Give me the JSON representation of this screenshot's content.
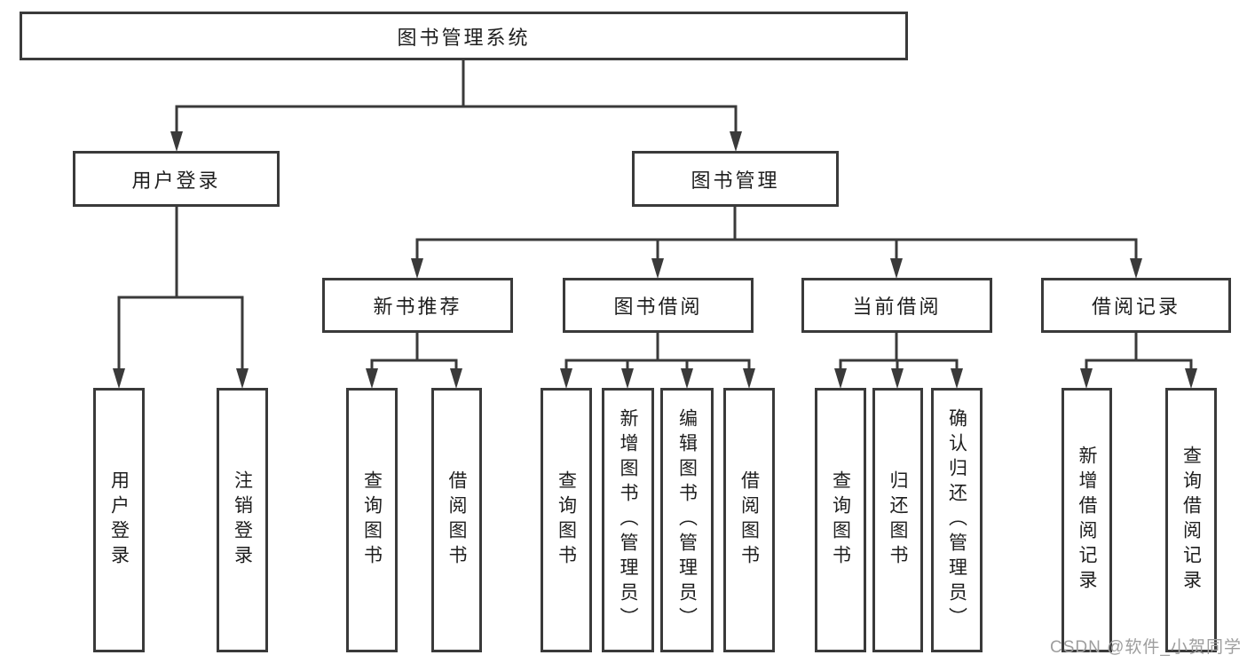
{
  "diagram_type": "hierarchy-tree",
  "tree": {
    "label": "图书管理系统",
    "children": [
      {
        "label": "用户登录",
        "children": [
          {
            "label": "用户登录"
          },
          {
            "label": "注销登录"
          }
        ]
      },
      {
        "label": "图书管理",
        "children": [
          {
            "label": "新书推荐",
            "children": [
              {
                "label": "查询图书"
              },
              {
                "label": "借阅图书"
              }
            ]
          },
          {
            "label": "图书借阅",
            "children": [
              {
                "label": "查询图书"
              },
              {
                "label": "新增图书（管理员）"
              },
              {
                "label": "编辑图书（管理员）"
              },
              {
                "label": "借阅图书"
              }
            ]
          },
          {
            "label": "当前借阅",
            "children": [
              {
                "label": "查询图书"
              },
              {
                "label": "归还图书"
              },
              {
                "label": "确认归还（管理员）"
              }
            ]
          },
          {
            "label": "借阅记录",
            "children": [
              {
                "label": "新增借阅记录"
              },
              {
                "label": "查询借阅记录"
              }
            ]
          }
        ]
      }
    ]
  },
  "watermark": {
    "text": "CSDN @软件_小贺同学",
    "color": "#9e9e9e"
  },
  "colors": {
    "line": "#3a3a3a",
    "box_border": "#3a3a3a",
    "text": "#1e1e1e",
    "background": "#ffffff"
  }
}
